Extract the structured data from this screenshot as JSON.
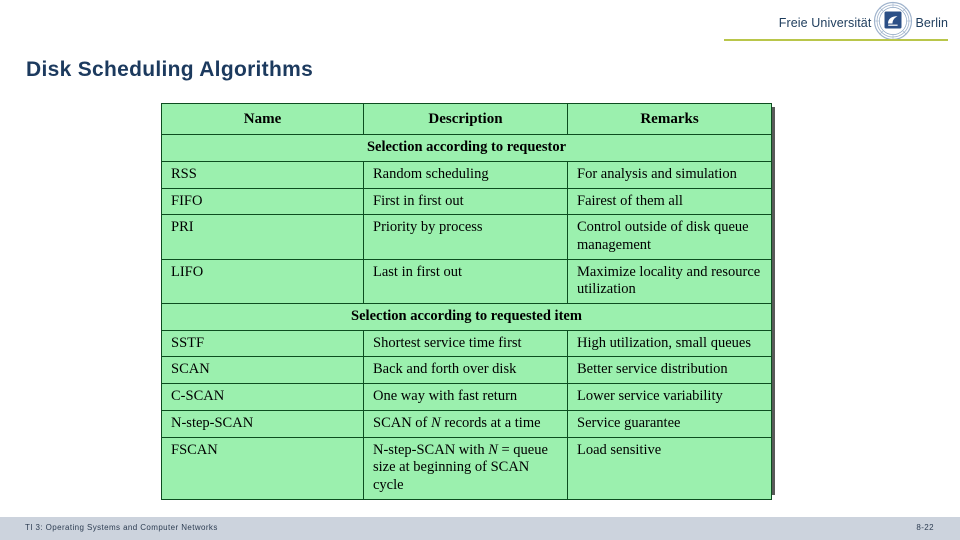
{
  "header": {
    "logo": {
      "left_word": "Freie Universität",
      "right_word": "Berlin",
      "seal_name": "fu-berlin-seal",
      "underline_color": "#b9c64a"
    }
  },
  "slide": {
    "title": "Disk Scheduling Algorithms",
    "title_color": "#1c3a5e"
  },
  "table": {
    "accent_color": "#9bf0ae",
    "border_color": "#0d4d20",
    "headers": [
      "Name",
      "Description",
      "Remarks"
    ],
    "sections": [
      {
        "label": "Selection according to requestor",
        "rows": [
          {
            "name": "RSS",
            "description": "Random scheduling",
            "remarks": "For analysis and simulation"
          },
          {
            "name": "FIFO",
            "description": "First in first out",
            "remarks": "Fairest of them all"
          },
          {
            "name": "PRI",
            "description": "Priority by process",
            "remarks": "Control outside of disk queue management"
          },
          {
            "name": "LIFO",
            "description": "Last in first out",
            "remarks": "Maximize locality and resource utilization"
          }
        ]
      },
      {
        "label": "Selection according to requested item",
        "rows": [
          {
            "name": "SSTF",
            "description": "Shortest service time first",
            "remarks": "High utilization, small queues"
          },
          {
            "name": "SCAN",
            "description": "Back and forth over disk",
            "remarks": "Better service distribution"
          },
          {
            "name": "C-SCAN",
            "description": "One way with fast return",
            "remarks": "Lower service variability"
          },
          {
            "name": "N-step-SCAN",
            "description_parts": [
              "SCAN of ",
              "N",
              " records at a time"
            ],
            "remarks": "Service guarantee"
          },
          {
            "name": "FSCAN",
            "description_parts": [
              "N-step-SCAN with ",
              "N",
              " = queue size at beginning of SCAN cycle"
            ],
            "remarks": "Load sensitive"
          }
        ]
      }
    ]
  },
  "footer": {
    "left": "TI 3: Operating Systems and Computer Networks",
    "right": "8-22",
    "bar_color": "#ccd3dd"
  }
}
